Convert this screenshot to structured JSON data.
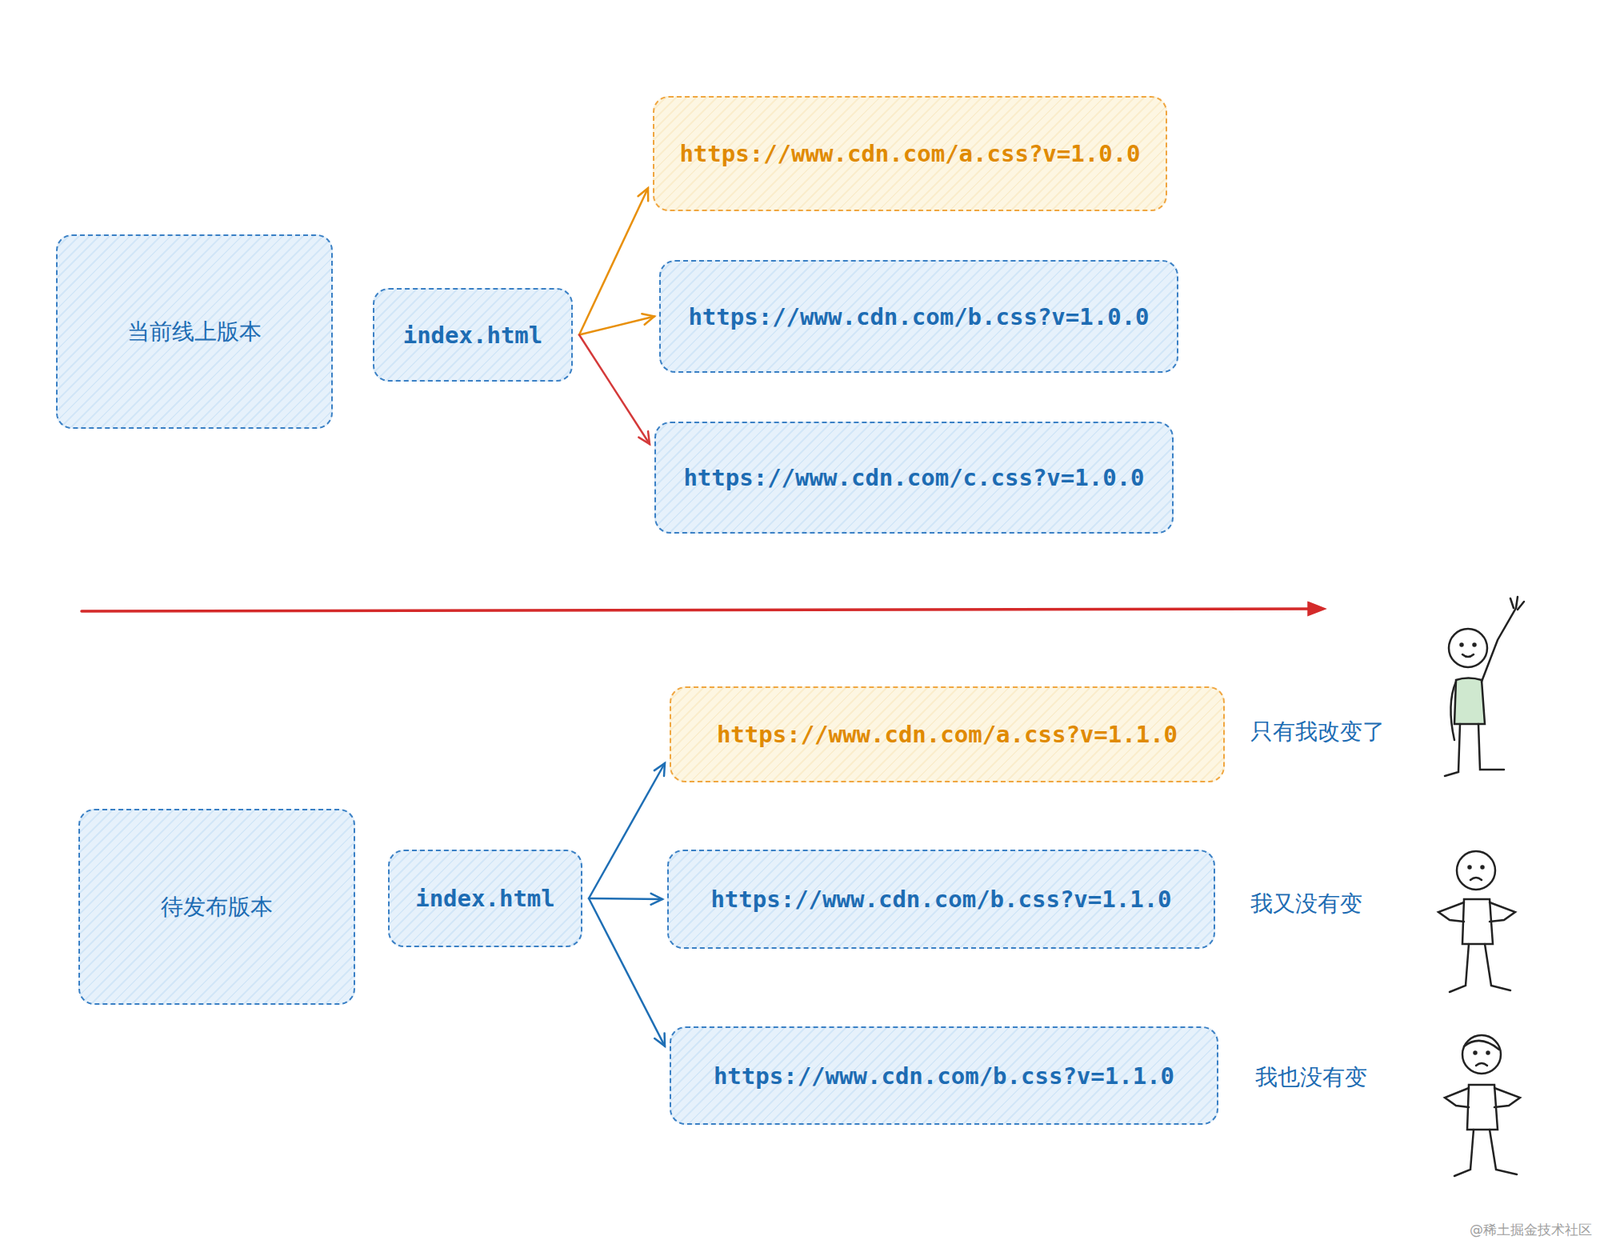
{
  "diagram": {
    "nodes": [
      {
        "text": [
          "当前线上版本"
        ]
      },
      {
        "text": [
          "index.html"
        ]
      },
      {
        "text": [
          "https://www.cdn.com/a.css?v=1.0.0"
        ]
      },
      {
        "text": [
          "https://www.cdn.com/b.css?v=1.0.0"
        ]
      },
      {
        "text": [
          "https://www.cdn.com/c.css?v=1.0.0"
        ]
      },
      {
        "text": [
          "待发布版本"
        ]
      },
      {
        "text": [
          "index.html"
        ]
      },
      {
        "text": [
          "https://www.cdn.com/a.css?v=1.1.0"
        ]
      },
      {
        "text": [
          "https://www.cdn.com/b.css?v=1.1.0"
        ]
      },
      {
        "text": [
          "https://www.cdn.com/b.css?v=1.1.0"
        ]
      }
    ],
    "edges": [
      {
        "from": 1,
        "to": 2,
        "arrow": "to"
      },
      {
        "from": 1,
        "to": 3,
        "arrow": "to"
      },
      {
        "from": 1,
        "to": 4,
        "arrow": "to"
      },
      {
        "from": 6,
        "to": 7,
        "arrow": "to"
      },
      {
        "from": 6,
        "to": 8,
        "arrow": "to"
      },
      {
        "from": 6,
        "to": 9,
        "arrow": "to"
      }
    ],
    "labels": [
      "只有我改变了",
      "我又没有变",
      "我也没有变",
      "@稀土掘金技术社区"
    ]
  }
}
